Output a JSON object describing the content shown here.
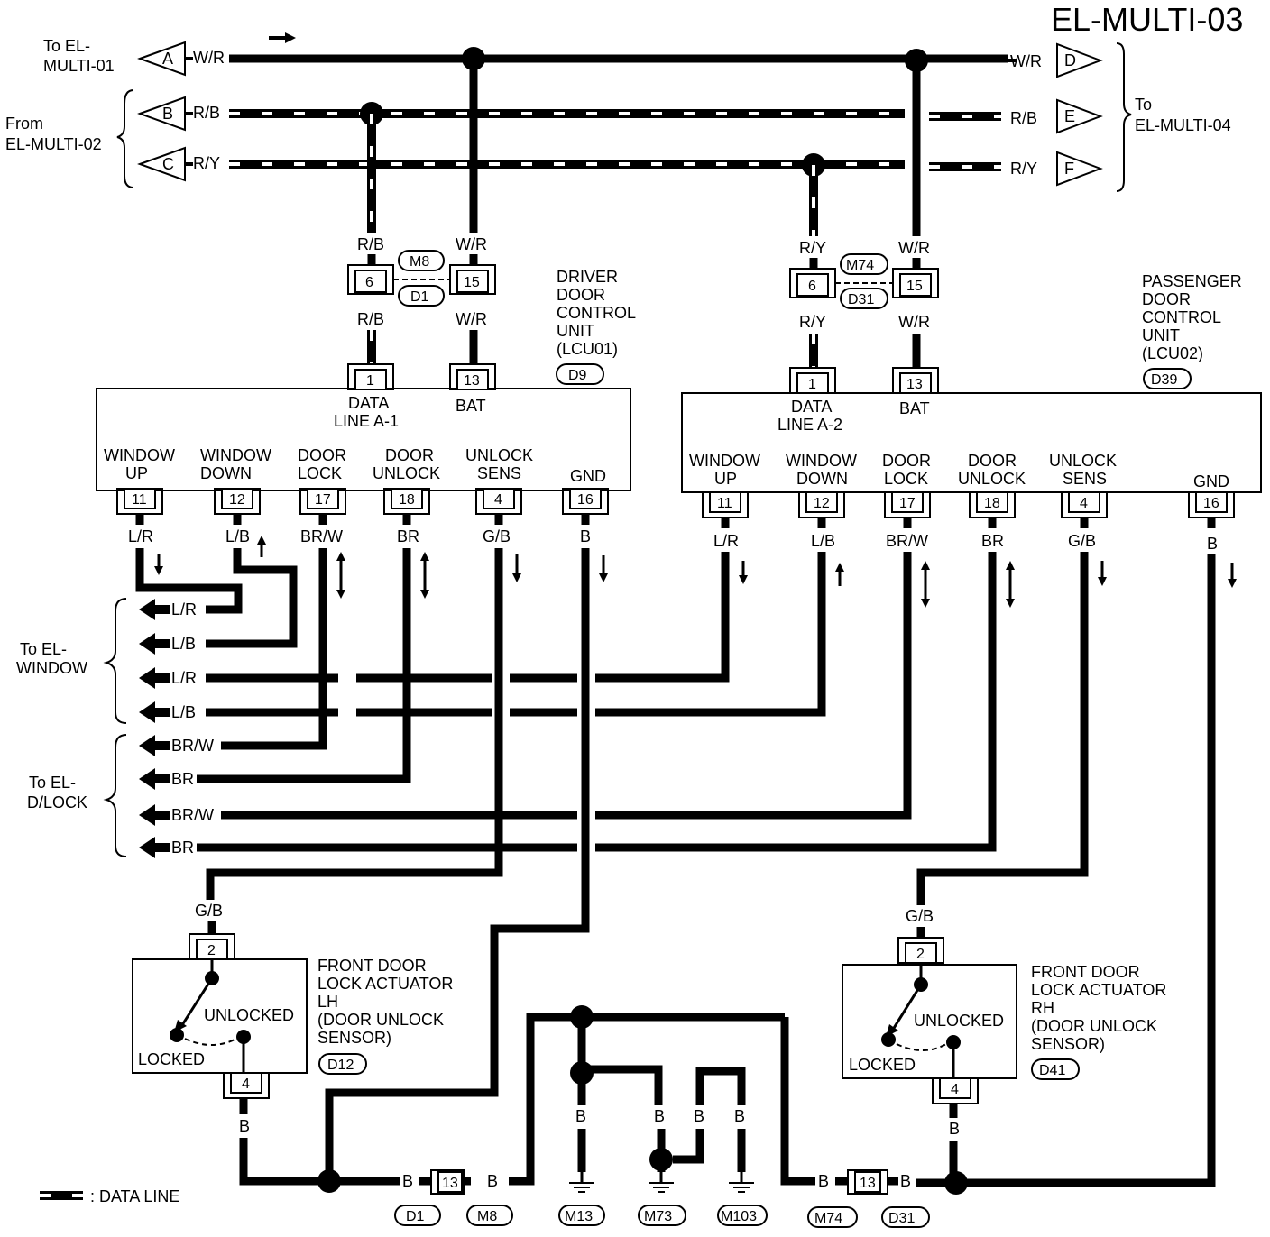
{
  "title": "EL-MULTI-03",
  "connectors_left": {
    "to_multi01": [
      "To EL-",
      "MULTI-01"
    ],
    "from_multi02": [
      "From",
      "EL-MULTI-02"
    ],
    "A": "A",
    "B": "B",
    "C": "C",
    "A_color": "W/R",
    "B_color": "R/B",
    "C_color": "R/Y"
  },
  "connectors_right": {
    "to_multi04": [
      "To",
      "EL-MULTI-04"
    ],
    "D": "D",
    "E": "E",
    "F": "F",
    "D_color": "W/R",
    "E_color": "R/B",
    "F_color": "R/Y"
  },
  "driver": {
    "name": [
      "DRIVER",
      "DOOR",
      "CONTROL",
      "UNIT",
      "(LCU01)"
    ],
    "conn": "D9",
    "top_pins": [
      {
        "pin": "1",
        "label": [
          "DATA",
          "LINE A-1"
        ]
      },
      {
        "pin": "13",
        "label": [
          "BAT"
        ]
      }
    ],
    "bottom_pins": [
      {
        "pin": "11",
        "label": [
          "WINDOW",
          "UP"
        ],
        "wire": "L/R"
      },
      {
        "pin": "12",
        "label": [
          "WINDOW",
          "DOWN"
        ],
        "wire": "L/B"
      },
      {
        "pin": "17",
        "label": [
          "DOOR",
          "LOCK"
        ],
        "wire": "BR/W"
      },
      {
        "pin": "18",
        "label": [
          "DOOR",
          "UNLOCK"
        ],
        "wire": "BR"
      },
      {
        "pin": "4",
        "label": [
          "UNLOCK",
          "SENS"
        ],
        "wire": "G/B"
      },
      {
        "pin": "16",
        "label": [
          "GND"
        ],
        "wire": "B"
      }
    ],
    "joint": {
      "conn_top": "M8",
      "conn_bottom": "D1",
      "pin_a": "6",
      "pin_b": "15",
      "wire_a_top": "R/B",
      "wire_a_bottom": "R/B",
      "wire_b_top": "W/R",
      "wire_b_bottom": "W/R"
    }
  },
  "passenger": {
    "name": [
      "PASSENGER",
      "DOOR",
      "CONTROL",
      "UNIT",
      "(LCU02)"
    ],
    "conn": "D39",
    "top_pins": [
      {
        "pin": "1",
        "label": [
          "DATA",
          "LINE A-2"
        ]
      },
      {
        "pin": "13",
        "label": [
          "BAT"
        ]
      }
    ],
    "bottom_pins": [
      {
        "pin": "11",
        "label": [
          "WINDOW",
          "UP"
        ],
        "wire": "L/R"
      },
      {
        "pin": "12",
        "label": [
          "WINDOW",
          "DOWN"
        ],
        "wire": "L/B"
      },
      {
        "pin": "17",
        "label": [
          "DOOR",
          "LOCK"
        ],
        "wire": "BR/W"
      },
      {
        "pin": "18",
        "label": [
          "DOOR",
          "UNLOCK"
        ],
        "wire": "BR"
      },
      {
        "pin": "4",
        "label": [
          "UNLOCK",
          "SENS"
        ],
        "wire": "G/B"
      },
      {
        "pin": "16",
        "label": [
          "GND"
        ],
        "wire": "B"
      }
    ],
    "joint": {
      "conn_top": "M74",
      "conn_bottom": "D31",
      "pin_a": "6",
      "pin_b": "15",
      "wire_a_top": "R/Y",
      "wire_a_bottom": "R/Y",
      "wire_b_top": "W/R",
      "wire_b_bottom": "W/R"
    }
  },
  "to_window": {
    "label": [
      "To EL-",
      "WINDOW"
    ],
    "wires": [
      "L/R",
      "L/B",
      "L/R",
      "L/B"
    ]
  },
  "to_dlock": {
    "label": [
      "To EL-",
      "D/LOCK"
    ],
    "wires": [
      "BR/W",
      "BR",
      "BR/W",
      "BR"
    ]
  },
  "actuator_lh": {
    "name": [
      "FRONT DOOR",
      "LOCK ACTUATOR",
      "LH",
      "(DOOR UNLOCK",
      "SENSOR)"
    ],
    "conn": "D12",
    "pin_top": "2",
    "pin_bottom": "4",
    "wire_top": "G/B",
    "wire_bottom": "B",
    "unlocked": "UNLOCKED",
    "locked": "LOCKED"
  },
  "actuator_rh": {
    "name": [
      "FRONT DOOR",
      "LOCK ACTUATOR",
      "RH",
      "(DOOR UNLOCK",
      "SENSOR)"
    ],
    "conn": "D41",
    "pin_top": "2",
    "pin_bottom": "4",
    "wire_top": "G/B",
    "wire_bottom": "B",
    "unlocked": "UNLOCKED",
    "locked": "LOCKED"
  },
  "ground": {
    "wire": "B",
    "joint_left": {
      "pin": "13",
      "conn_a": "D1",
      "conn_b": "M8"
    },
    "joint_right": {
      "pin": "13",
      "conn_a": "M74",
      "conn_b": "D31"
    },
    "grounds": [
      "M13",
      "M73",
      "M103"
    ]
  },
  "legend": ": DATA LINE"
}
